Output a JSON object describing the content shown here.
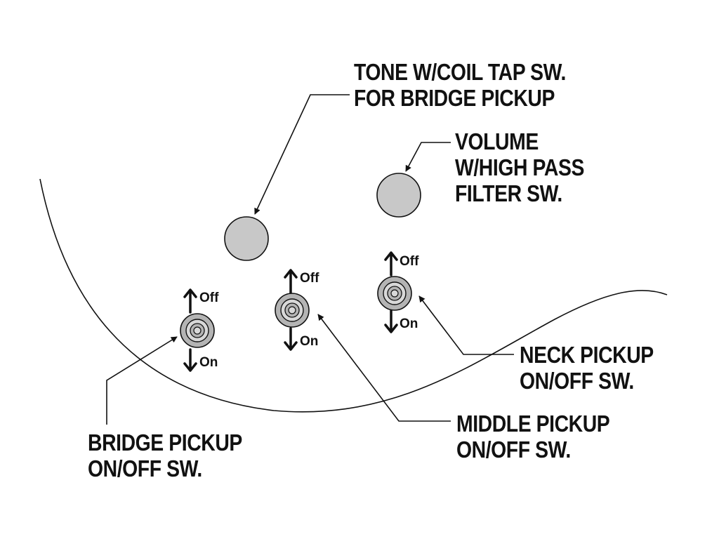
{
  "labels": {
    "tone": [
      "TONE W/COIL TAP SW.",
      "FOR BRIDGE PICKUP"
    ],
    "volume": [
      "VOLUME",
      "W/HIGH PASS",
      "FILTER SW."
    ],
    "neck": [
      "NECK PICKUP",
      "ON/OFF SW."
    ],
    "middle": [
      "MIDDLE PICKUP",
      "ON/OFF SW."
    ],
    "bridge": [
      "BRIDGE PICKUP",
      "ON/OFF SW."
    ]
  },
  "switch_states": {
    "off": "Off",
    "on": "On"
  },
  "colors": {
    "knob_fill": "#c8c8c8",
    "switch_fill": "#b4b4b4",
    "line": "#111111"
  }
}
